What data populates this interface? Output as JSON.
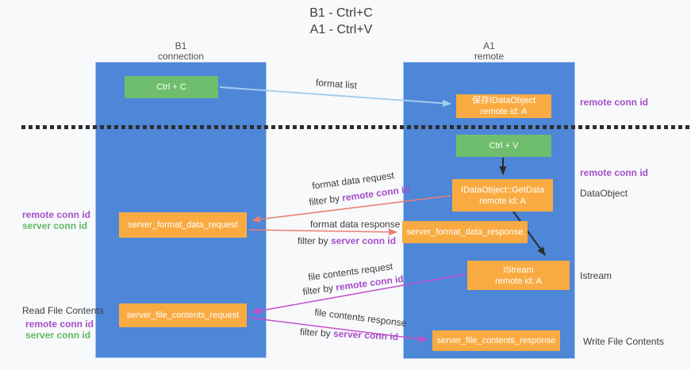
{
  "title": {
    "line1": "B1 - Ctrl+C",
    "line2": "A1 - Ctrl+V"
  },
  "columns": {
    "left": {
      "title": "B1",
      "subtitle": "connection"
    },
    "right": {
      "title": "A1",
      "subtitle": "remote"
    }
  },
  "nodes": {
    "ctrl_c": {
      "label": "Ctrl + C"
    },
    "ctrl_v": {
      "label": "Ctrl + V"
    },
    "save_idataobject": {
      "line1": "保存IDataObject",
      "line2": "remote id: A"
    },
    "idataobject_getdata": {
      "line1": "IDataObject::GetData",
      "line2": "remote id: A"
    },
    "istream": {
      "line1": "IStream",
      "line2": "remote id: A"
    },
    "server_format_data_request": {
      "label": "server_format_data_request"
    },
    "server_format_data_response": {
      "label": "server_format_data_response"
    },
    "server_file_contents_request": {
      "label": "server_file_contents_request"
    },
    "server_file_contents_response": {
      "label": "server_file_contents_response"
    }
  },
  "flow_labels": {
    "format_list": "format list",
    "format_data_request": "format data request",
    "format_data_response": "format data response",
    "file_contents_request": "file contents request",
    "file_contents_response": "file contents response",
    "filter_by": "filter by",
    "remote_conn_id": "remote conn id",
    "server_conn_id": "server conn id"
  },
  "side_labels": {
    "remote_conn_id": "remote conn id",
    "server_conn_id": "server conn id",
    "data_object": "DataObject",
    "istream": "Istream",
    "read_file_contents": "Read File Contents",
    "write_file_contents": "Write File Contents"
  },
  "colors": {
    "lane_blue": "#4e86d8",
    "node_green": "#6fbe6d",
    "node_orange": "#f9ab42",
    "label_purple": "#a44fc8",
    "label_green": "#5fba62",
    "arrow_lightblue": "#a3cdee",
    "arrow_black": "#2b2b2b",
    "arrow_salmon": "#e87f74",
    "arrow_magenta": "#c34fc9"
  }
}
